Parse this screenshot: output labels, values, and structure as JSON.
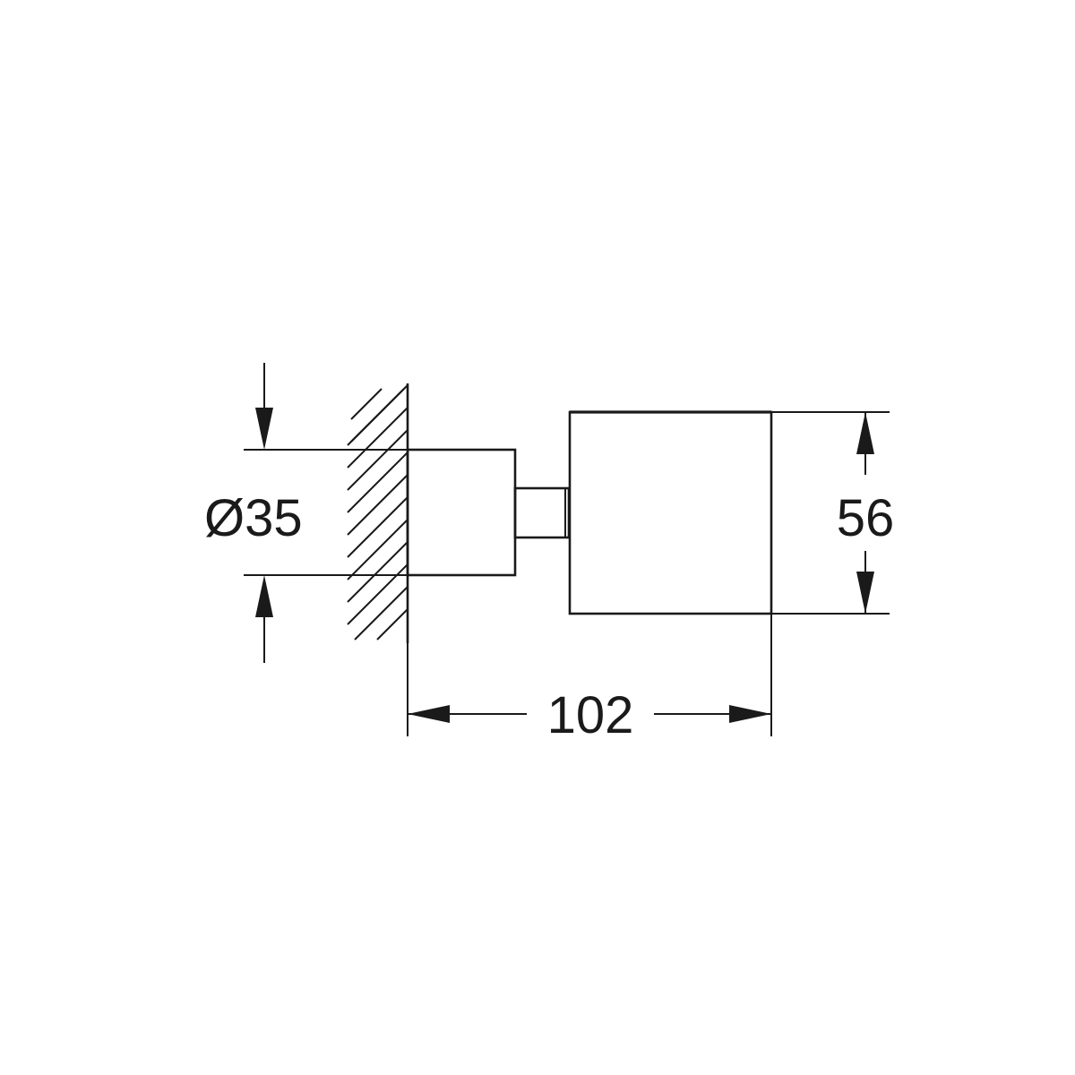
{
  "dimensions": {
    "diameter_label": "Ø35",
    "height_label": "56",
    "length_label": "102"
  },
  "colors": {
    "line": "#1a1a1a",
    "background": "#ffffff"
  }
}
